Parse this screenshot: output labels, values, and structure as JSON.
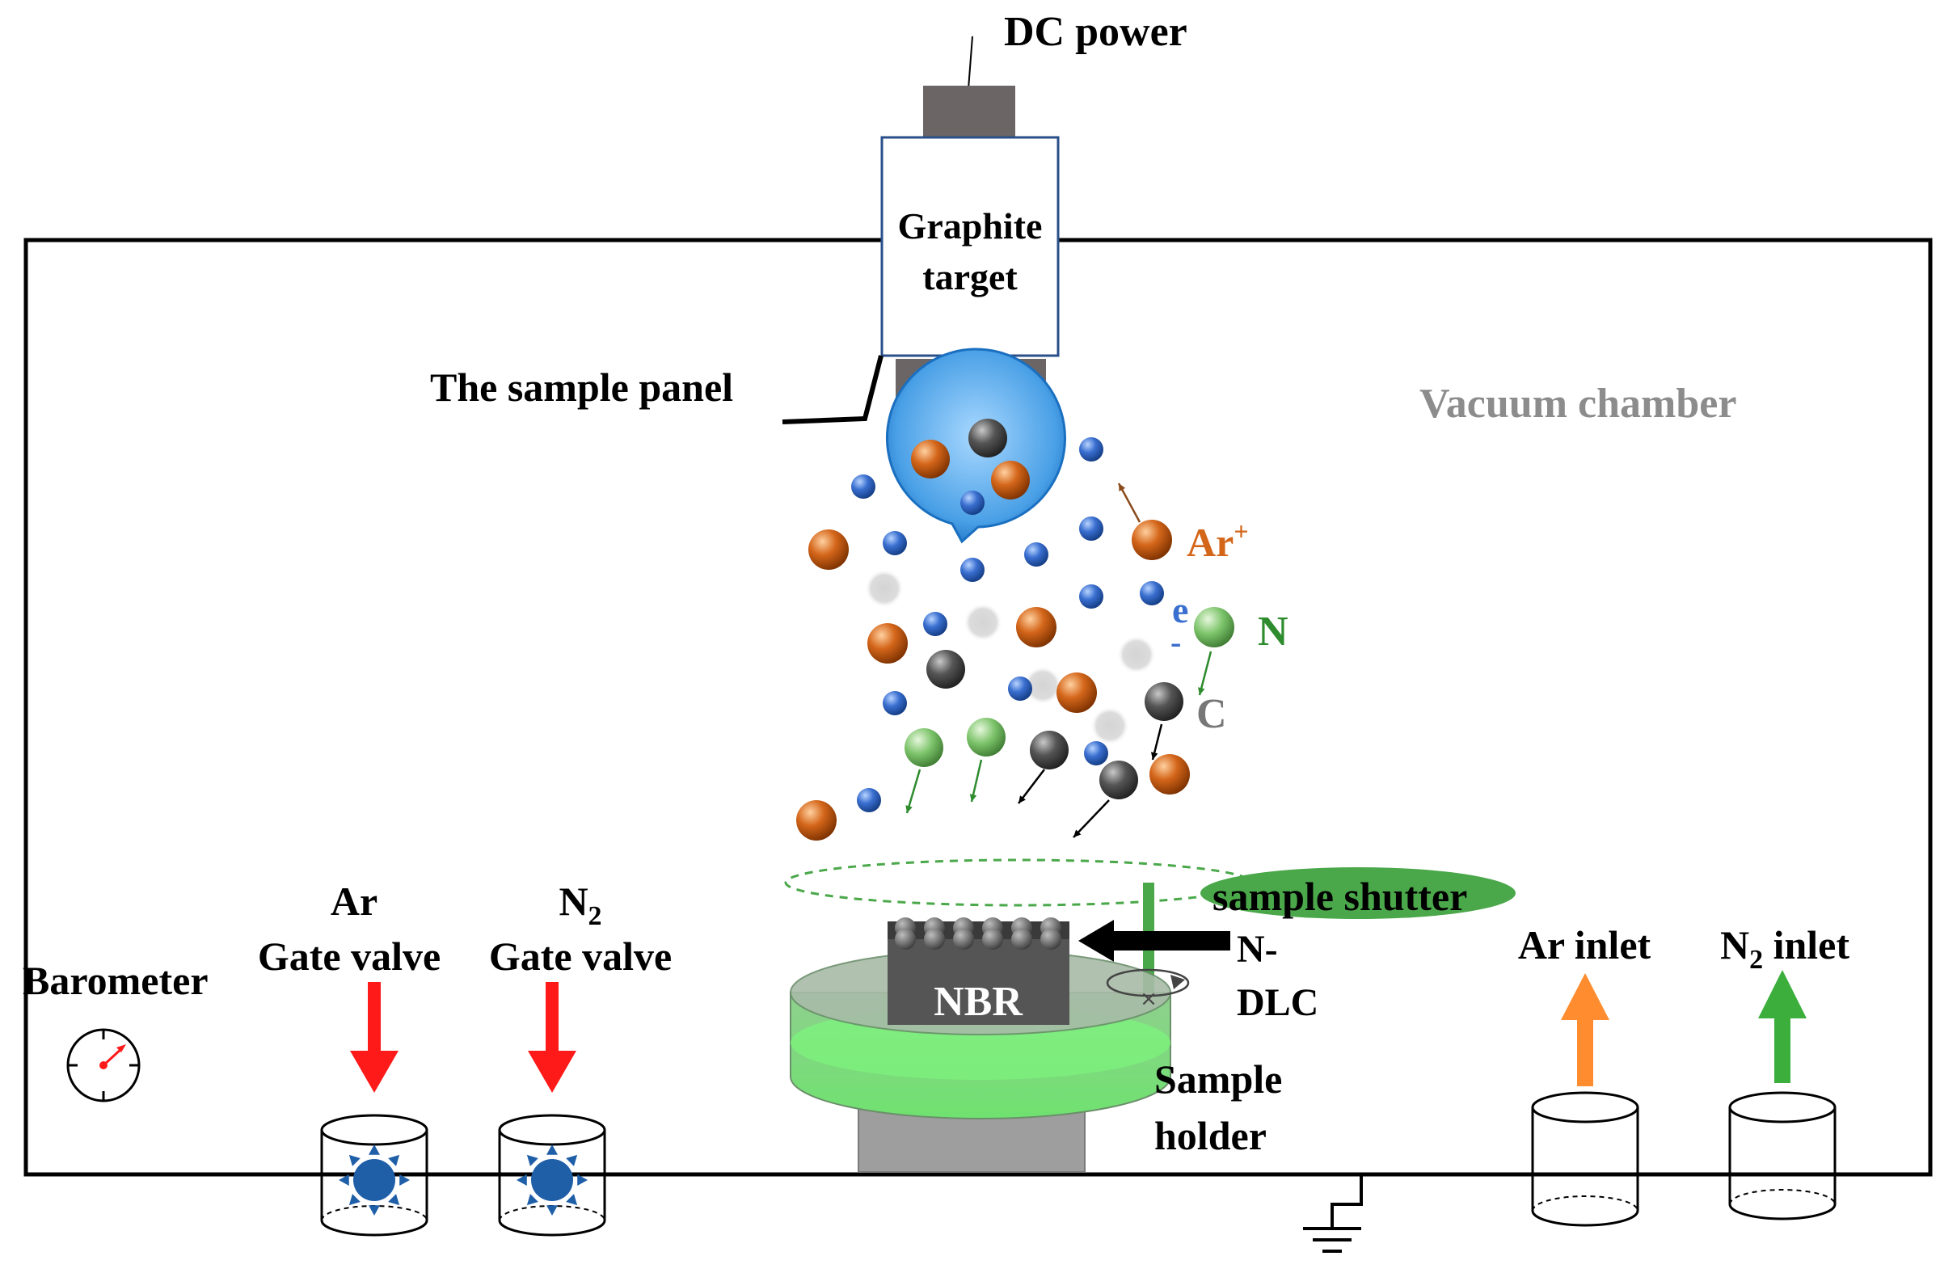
{
  "labels": {
    "dc_power": "DC power",
    "graphite_target_line1": "Graphite",
    "graphite_target_line2": "target",
    "sample_panel": "The sample panel",
    "vacuum_chamber": "Vacuum chamber",
    "ar_ion": "Ar",
    "ar_ion_sup": "+",
    "electron": "e",
    "electron_sub": "-",
    "nitrogen": "N",
    "carbon": "C",
    "sample_shutter": "sample shutter",
    "n_dlc_line1": "N-",
    "n_dlc_line2": "DLC",
    "nbr": "NBR",
    "sample_holder_line1": "Sample",
    "sample_holder_line2": "holder",
    "barometer": "Barometer",
    "ar_gate_line1": "Ar",
    "ar_gate_line2": "Gate valve",
    "n2_gate_line1_main": "N",
    "n2_gate_line1_sub": "2",
    "n2_gate_line2": "Gate valve",
    "ar_inlet": "Ar inlet",
    "n2_inlet_main": "N",
    "n2_inlet_sub": "2",
    "n2_inlet_rest": " inlet"
  },
  "colors": {
    "argon": "#d4661a",
    "electron": "#3a6fd0",
    "nitrogen": "#7cc36a",
    "carbon": "#555555",
    "vacuum_text": "#8c8c8c",
    "label_green": "#2e8b2e",
    "gate_arrow": "#ff1a1a",
    "ar_inlet_arrow": "#ff8c2e",
    "n2_inlet_arrow": "#3cae3c",
    "valve_icon": "#1f5fa8",
    "holder_green": "#7cf07c",
    "shutter_green": "#4aa84a"
  }
}
